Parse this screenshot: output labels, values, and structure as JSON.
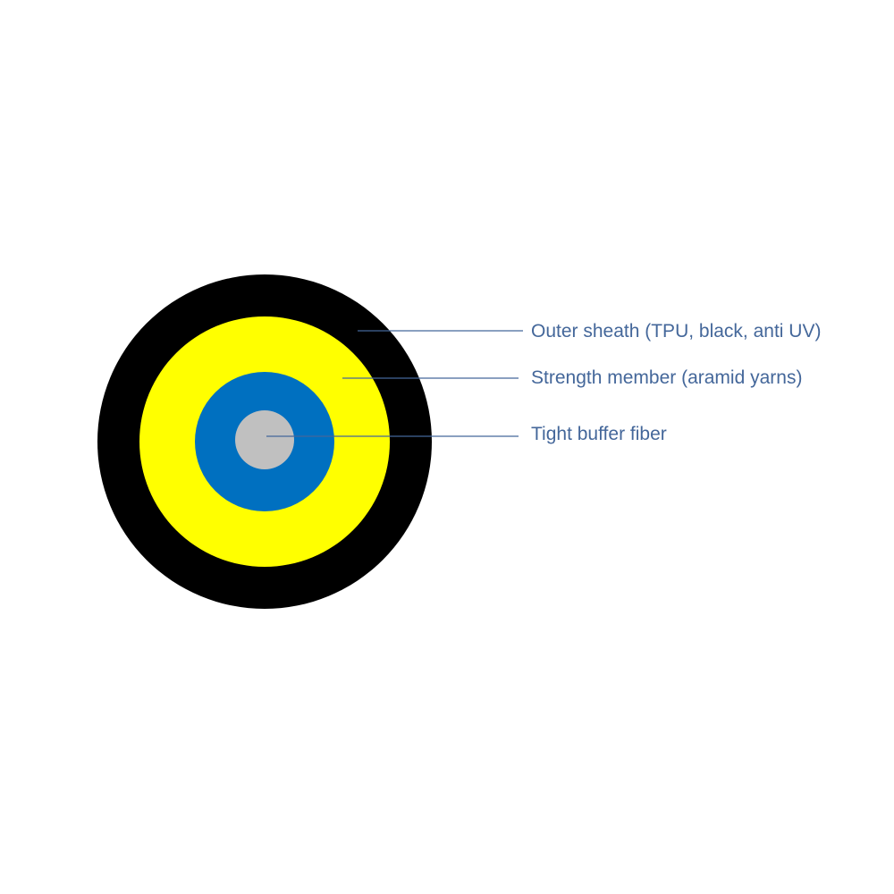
{
  "layers": [
    {
      "id": "outer-sheath",
      "color": "#000000"
    },
    {
      "id": "strength-member",
      "color": "#ffff00"
    },
    {
      "id": "tight-buffer",
      "color": "#0070c0"
    },
    {
      "id": "fiber-core",
      "color": "#c0c0c0"
    }
  ],
  "labels": {
    "outer_sheath": "Outer sheath (TPU, black, anti UV)",
    "strength_member": "Strength member (aramid yarns)",
    "tight_buffer": "Tight buffer fiber"
  },
  "colors": {
    "label_text": "#44679a",
    "leader_line": "#44679a"
  }
}
